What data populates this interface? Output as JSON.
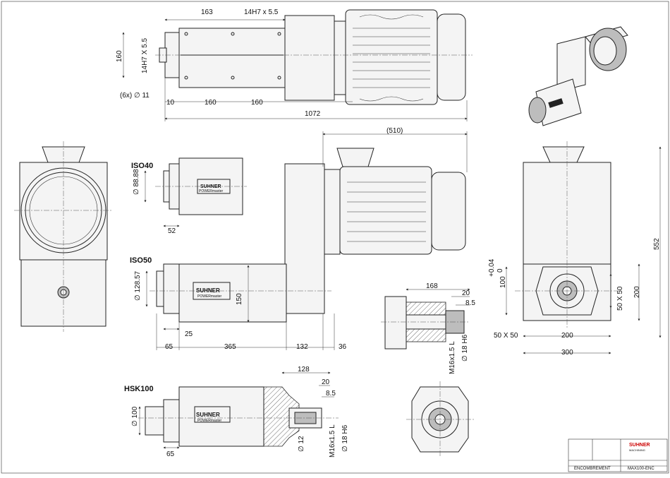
{
  "dimensions": {
    "top": {
      "d163": "163",
      "fit": "14H7 x 5.5",
      "d160": "160",
      "fit_v": "14H7 X 5.5",
      "holes": "(6x) ∅ 11",
      "d10": "10",
      "d160a": "160",
      "d160b": "160",
      "d1072": "1072"
    },
    "side": {
      "d510": "(510)",
      "d552": "552"
    },
    "iso40": {
      "label": "ISO40",
      "dia": "∅ 88.88",
      "d52": "52"
    },
    "iso50": {
      "label": "ISO50",
      "dia": "∅ 128.57",
      "d150": "150",
      "d25": "25",
      "d65": "65",
      "d365": "365",
      "d132": "132",
      "d36": "36"
    },
    "detail1": {
      "d168": "168",
      "d20": "20",
      "d8_5": "8.5",
      "thread": "M16x1.5 L",
      "dia": "∅ 18 H6"
    },
    "front": {
      "tol": "+0.04\n0",
      "tol_hi": "+0.04",
      "tol_lo": "0",
      "d100": "100",
      "d50x50v": "50 X 50",
      "d200v": "200",
      "d50x50h": "50 X 50",
      "d200h": "200",
      "d300": "300"
    },
    "hsk": {
      "label": "HSK100",
      "dia": "∅ 100",
      "d65": "65",
      "d128": "128",
      "d20": "20",
      "d8_5": "8.5",
      "d12": "∅ 12",
      "thread": "M16x1.5 L",
      "dia18": "∅ 18 H6"
    }
  },
  "brand": {
    "badge": "SUHNER",
    "sub": "POWERmaster"
  },
  "title_block": {
    "company": "SUHNER",
    "company_sub": "MACHINING",
    "title": "ENCOMBREMENT",
    "drawing_no": "MAX100-ENC"
  }
}
